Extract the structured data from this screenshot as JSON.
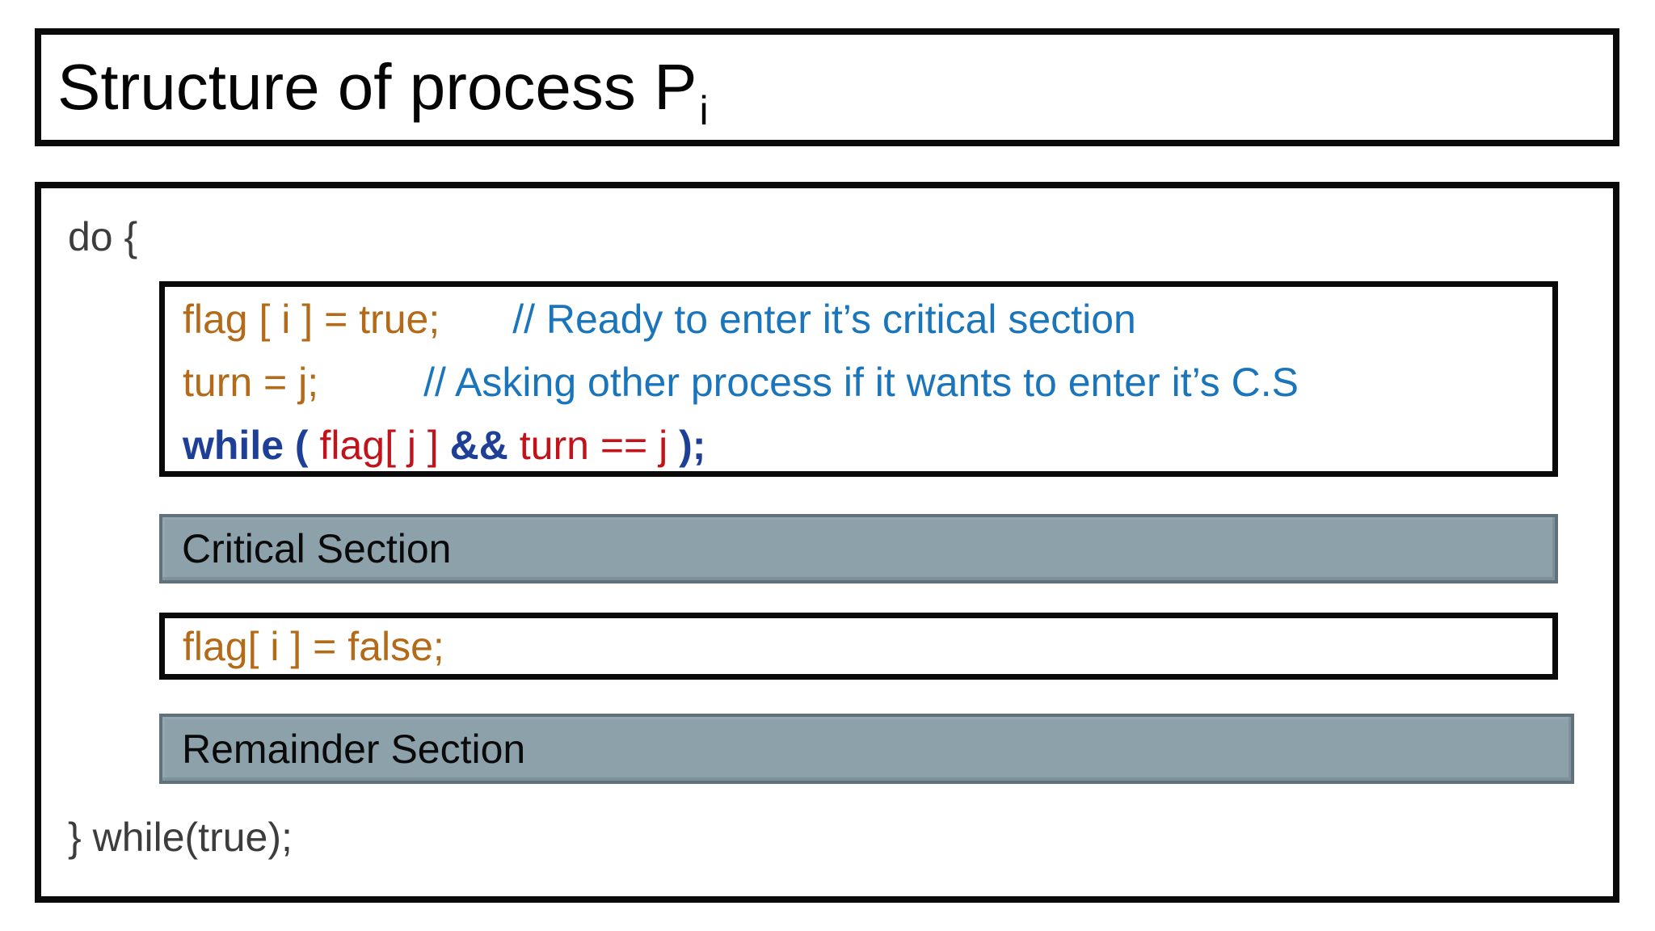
{
  "slide": {
    "title": {
      "text": "Structure of process P",
      "subscript": "i"
    },
    "loop": {
      "open": "do {",
      "close": "} while(true);"
    },
    "entry_code": {
      "lines": [
        {
          "code": "flag [ i ] = true;",
          "comment": "// Ready to enter it’s critical section"
        },
        {
          "code": "turn = j;",
          "comment": "// Asking other process if it wants to enter it’s C.S"
        },
        {
          "segments": [
            {
              "text": "while ( ",
              "style": "keyword"
            },
            {
              "text": "flag[ j ] ",
              "style": "condition"
            },
            {
              "text": "&& ",
              "style": "keyword"
            },
            {
              "text": "turn == j ",
              "style": "condition"
            },
            {
              "text": ");",
              "style": "keyword"
            }
          ]
        }
      ]
    },
    "critical_section_label": "Critical Section",
    "exit_code": "flag[ i ] = false;",
    "remainder_section_label": "Remainder Section"
  },
  "colors": {
    "code_orange": "#b36b1a",
    "comment_blue": "#1b75bb",
    "keyword_navy": "#1e3f96",
    "condition_red": "#c2131b",
    "section_fill": "#8da1ab",
    "section_border": "#5f717b",
    "border_black": "#0a0a0a",
    "loop_gray": "#3d3d3d"
  }
}
